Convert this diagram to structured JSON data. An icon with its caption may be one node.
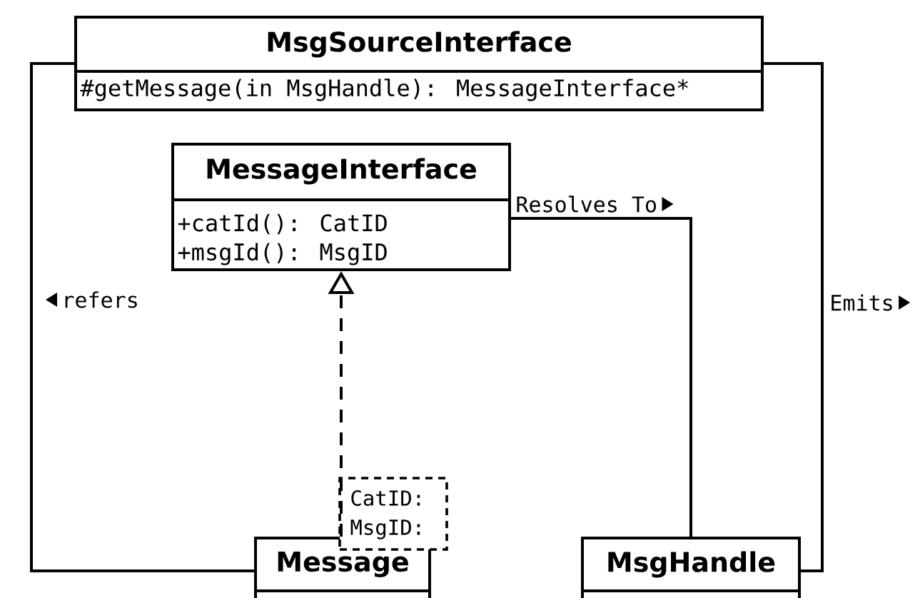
{
  "diagram": {
    "nodes": [
      {
        "text": [
          "MsgSourceInterface",
          "#getMessage(in MsgHandle): MessageInterface*"
        ]
      },
      {
        "text": [
          "MessageInterface",
          "+catId(): CatID",
          "+msgId(): MsgID"
        ]
      },
      {
        "text": [
          "CatID:",
          "MsgID:"
        ]
      },
      {
        "text": [
          "Message"
        ]
      },
      {
        "text": [
          "MsgHandle"
        ]
      }
    ],
    "edges": [
      {
        "from": 3,
        "to": 0,
        "arrow": "none",
        "label": "refers"
      },
      {
        "from": 3,
        "to": 1,
        "arrow": "to",
        "style": "dashed"
      },
      {
        "from": 1,
        "to": 4,
        "arrow": "none",
        "label": "Resolves To"
      },
      {
        "from": 4,
        "to": 0,
        "arrow": "none",
        "label": "Emits"
      }
    ]
  }
}
